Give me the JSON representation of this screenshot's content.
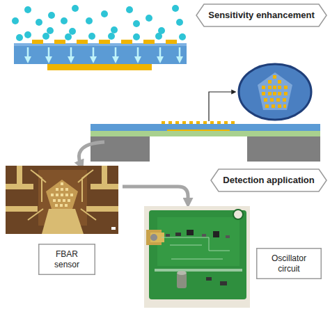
{
  "diagram": {
    "nodes": [
      {
        "text": [
          "Sensitivity enhancement"
        ]
      },
      {
        "text": [
          "Detection application"
        ]
      },
      {
        "text": [
          "FBAR sensor"
        ]
      },
      {
        "text": [
          "Oscillator circuit"
        ]
      }
    ]
  }
}
